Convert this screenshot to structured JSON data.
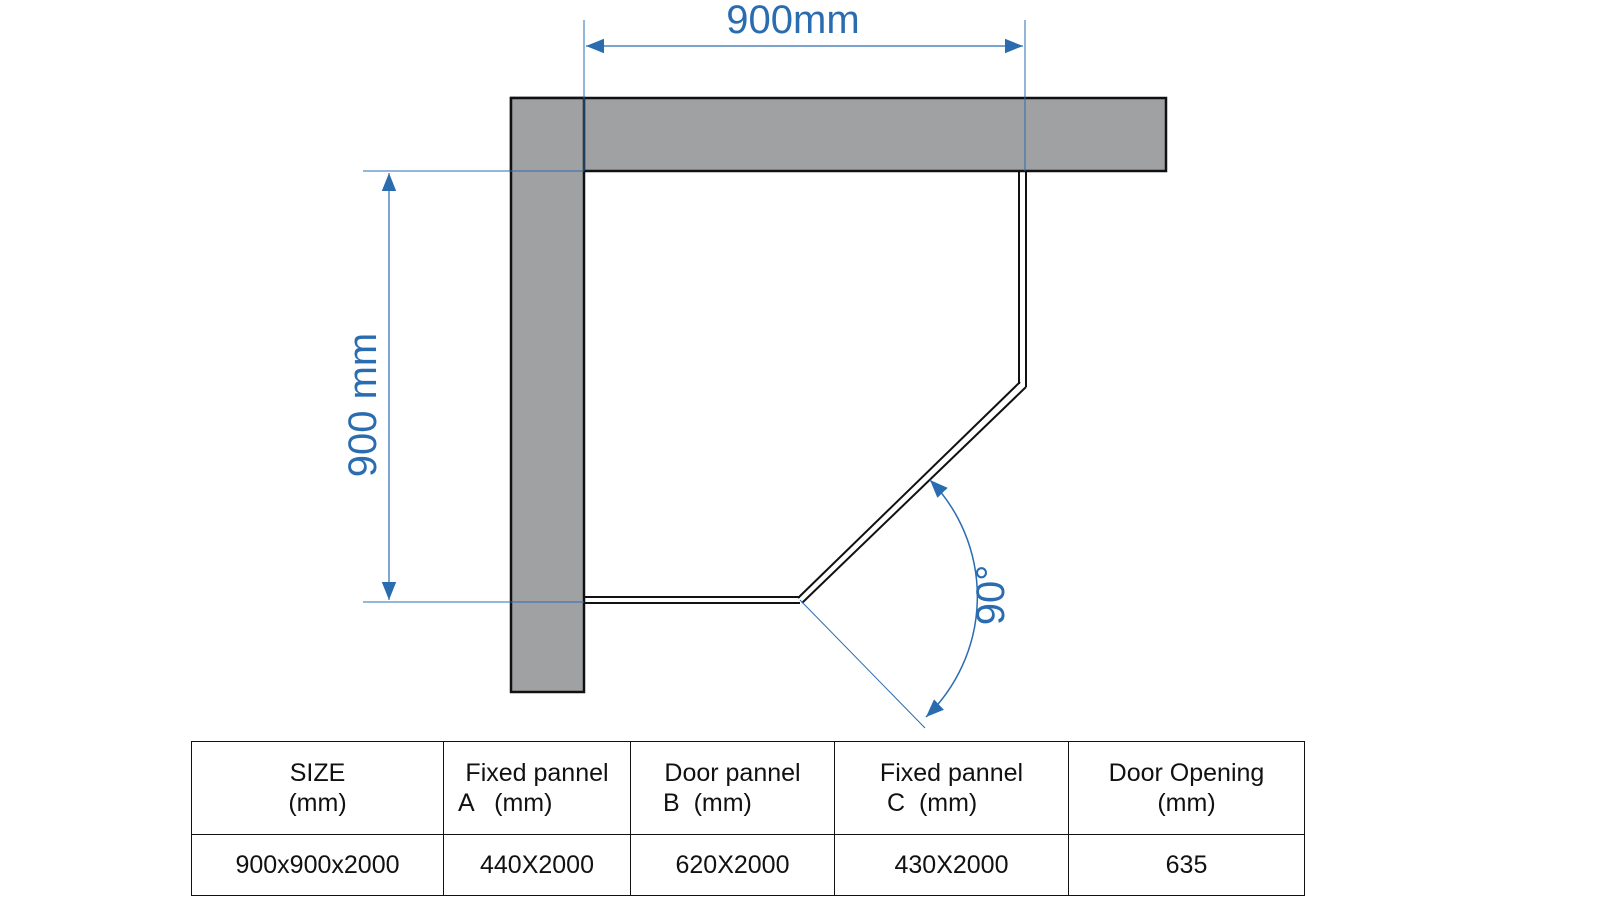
{
  "diagram": {
    "width_label": "900mm",
    "depth_label": "900 mm",
    "angle_label": "90°",
    "wall_color": "#a0a1a3",
    "outline_color": "#111111",
    "dimension_color": "#2a6cb0"
  },
  "table": {
    "headers": [
      {
        "line1": "SIZE",
        "line2": "(mm)"
      },
      {
        "line1": "Fixed pannel",
        "line2": "A   (mm)"
      },
      {
        "line1": "Door pannel",
        "line2": "B  (mm)"
      },
      {
        "line1": "Fixed pannel",
        "line2": "C  (mm)"
      },
      {
        "line1": "Door Opening",
        "line2": "(mm)"
      }
    ],
    "row": [
      "900x900x2000",
      "440X2000",
      "620X2000",
      "430X2000",
      "635"
    ]
  }
}
